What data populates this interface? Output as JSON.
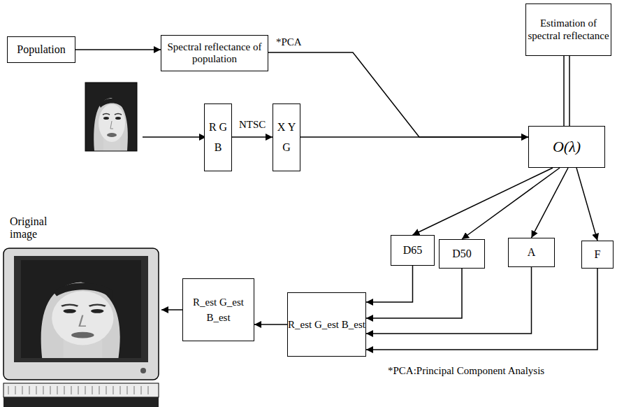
{
  "diagram": {
    "nodes": [
      {
        "text": [
          "Population"
        ]
      },
      {
        "text": [
          "Spectral reflectance of population"
        ]
      },
      {
        "text": [
          "Estimation of spectral reflectance"
        ]
      },
      {
        "text": [
          "R G B"
        ]
      },
      {
        "text": [
          "X Y G"
        ]
      },
      {
        "text": [
          "O(λ)"
        ]
      },
      {
        "text": [
          "D65"
        ]
      },
      {
        "text": [
          "D50"
        ]
      },
      {
        "text": [
          "A"
        ]
      },
      {
        "text": [
          "F"
        ]
      },
      {
        "text": [
          "R_est G_est B_est"
        ]
      },
      {
        "text": [
          "R_est G_est B_est"
        ]
      }
    ],
    "edges": [
      {
        "from": 0,
        "to": 1,
        "arrow": "to"
      },
      {
        "from": 1,
        "to": 5,
        "arrow": "to",
        "label": "*PCA"
      },
      {
        "from": 3,
        "to": 4,
        "arrow": "to",
        "label": "NTSC"
      },
      {
        "from": 4,
        "to": 5,
        "arrow": "to"
      },
      {
        "from": 2,
        "to": 5,
        "arrow": "none"
      },
      {
        "from": 5,
        "to": 6,
        "arrow": "to"
      },
      {
        "from": 5,
        "to": 7,
        "arrow": "to"
      },
      {
        "from": 5,
        "to": 8,
        "arrow": "to"
      },
      {
        "from": 5,
        "to": 9,
        "arrow": "to"
      },
      {
        "from": 6,
        "to": 11,
        "arrow": "to"
      },
      {
        "from": 7,
        "to": 11,
        "arrow": "to"
      },
      {
        "from": 8,
        "to": 11,
        "arrow": "to"
      },
      {
        "from": 9,
        "to": 11,
        "arrow": "to"
      },
      {
        "from": 11,
        "to": 10,
        "arrow": "to"
      }
    ],
    "labels": [
      "Original image",
      "*PCA:Principal Component Analysis"
    ]
  }
}
